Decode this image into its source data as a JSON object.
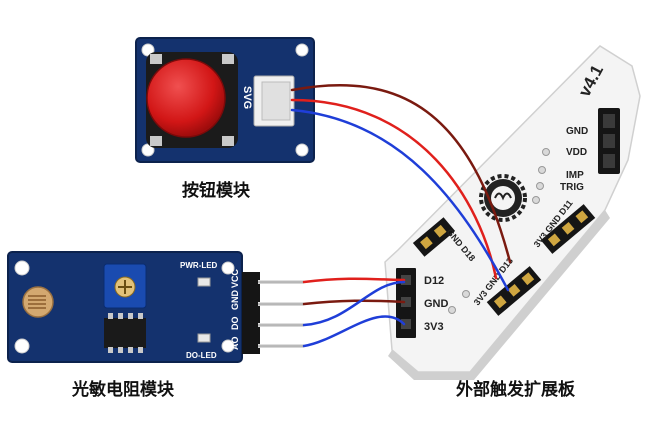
{
  "captions": {
    "button_module": "按钮模块",
    "light_module": "光敏电阻模块",
    "board": "外部触发扩展板"
  },
  "button_module": {
    "connector_label": "SVG"
  },
  "light_module": {
    "pwr_led_label": "PWR-LED",
    "do_led_label": "DO-LED",
    "pin_labels": [
      "AO",
      "DO",
      "GND",
      "VCC"
    ]
  },
  "board": {
    "version": "v4.1",
    "right_labels": [
      "GND",
      "VDD",
      "IMP",
      "TRIG"
    ],
    "left_labels": [
      "D12",
      "GND",
      "3V3"
    ],
    "top_header_label": "GND D18",
    "mid_header_label": "3V3 GND D11",
    "bottom_header_label": "3V3 GND D13"
  },
  "colors": {
    "pcb_blue": "#14326e",
    "button_red": "#d71a1a",
    "wire_red": "#e0201c",
    "wire_blue": "#1f3ed8",
    "wire_brown": "#7a1a10",
    "board_white": "#f4f4f4"
  }
}
